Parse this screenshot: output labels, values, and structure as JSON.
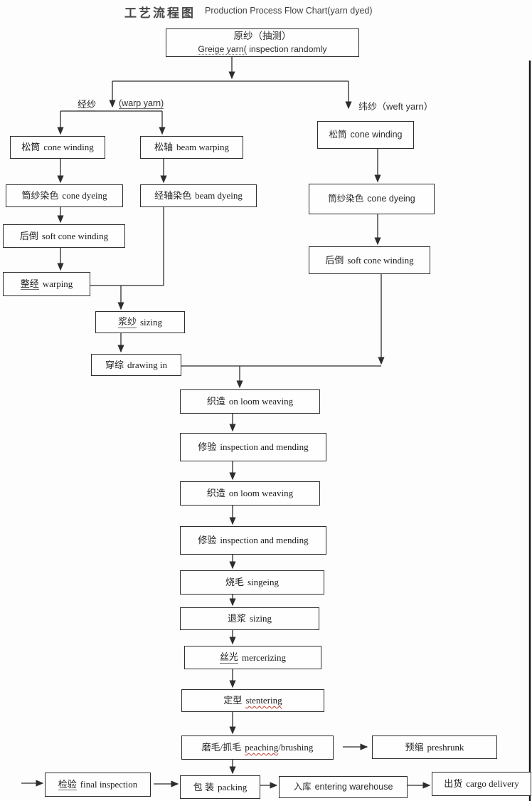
{
  "title": {
    "zh": "工艺流程图",
    "en": "Production Process Flow Chart(yarn dyed)"
  },
  "branch_labels": {
    "warp_zh": "经纱",
    "warp_en": "(warp yarn)",
    "weft": "纬纱（weft yarn）"
  },
  "nodes": {
    "greige": {
      "zh": "原纱（抽测）",
      "en_marked": "Greige yarn(",
      "en_rest": "inspection randomly"
    },
    "l_cone_winding": {
      "zh": "松筒",
      "en": "cone winding"
    },
    "l_cone_dyeing": {
      "zh": "筒纱染色",
      "en": "cone dyeing"
    },
    "l_soft_cone": {
      "zh": "后倒",
      "en": "soft cone winding"
    },
    "l_warping": {
      "zh": "整经",
      "en": "warping"
    },
    "m_beam_warping": {
      "zh": "松轴",
      "en": "beam warping"
    },
    "m_beam_dyeing": {
      "zh": "经轴染色",
      "en": "beam dyeing"
    },
    "sizing": {
      "zh": "浆纱",
      "en": "sizing"
    },
    "drawing_in": {
      "zh": "穿综",
      "en": "drawing in"
    },
    "r_cone_winding": {
      "zh": "松筒",
      "en": "cone winding"
    },
    "r_cone_dyeing": {
      "zh": "筒纱染色",
      "en": "cone dyeing"
    },
    "r_soft_cone": {
      "zh": "后倒",
      "en": "soft cone winding"
    },
    "weaving_1": {
      "zh": "织造",
      "en": "on loom weaving"
    },
    "mending_1": {
      "zh": "修验",
      "en": "inspection and mending"
    },
    "weaving_2": {
      "zh": "织造",
      "en": "on loom weaving"
    },
    "mending_2": {
      "zh": "修验",
      "en": "inspection and mending"
    },
    "singeing": {
      "zh": "烧毛",
      "en": "singeing"
    },
    "desizing": {
      "zh": "退浆",
      "en": "sizing"
    },
    "mercerizing": {
      "zh": "丝光",
      "en": "mercerizing"
    },
    "stentering": {
      "zh": "定型",
      "en_wavy": "stentering"
    },
    "peaching": {
      "zh": "磨毛/抓毛",
      "en_wavy": "peaching",
      "en_rest": "/brushing"
    },
    "preshrunk": {
      "zh": "预缩",
      "en": "preshrunk"
    },
    "final_inspection": {
      "zh": "检验",
      "en": "final inspection"
    },
    "packing": {
      "zh": "包 装",
      "en": "packing"
    },
    "warehouse": {
      "zh": "入库",
      "en": "entering warehouse"
    },
    "cargo_delivery": {
      "zh": "出货",
      "en": "cargo delivery"
    }
  },
  "colors": {
    "line": "#2d2d2d",
    "box_border": "#2e2e2e",
    "text": "#1c1c1c",
    "spellcheck_wavy": "#c0392b",
    "page_edge": "#111111"
  }
}
